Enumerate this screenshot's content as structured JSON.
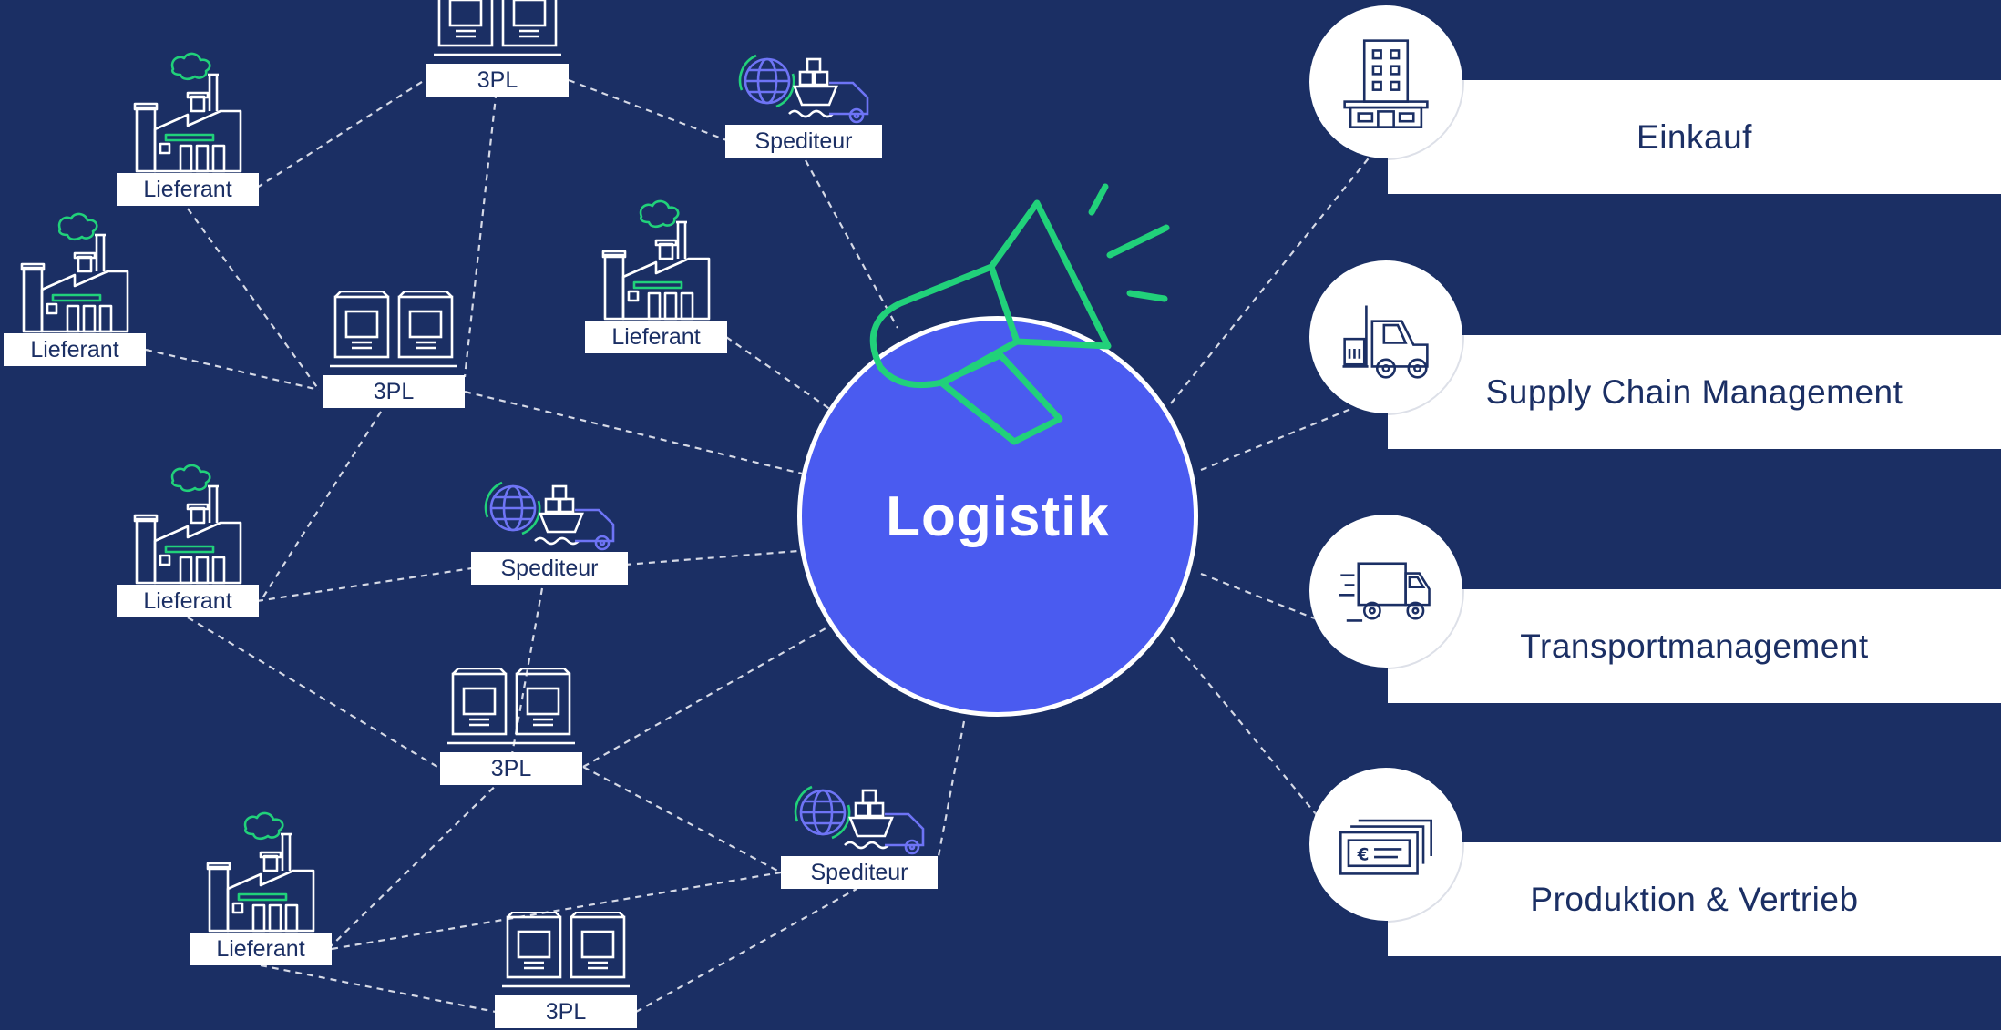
{
  "colors": {
    "background": "#1b2f64",
    "hub_fill": "#4a5bf0",
    "accent_green": "#21d17a",
    "line": "#d5d9e6",
    "icon_light": "#ffffff",
    "icon_purple": "#6e74f5"
  },
  "hub": {
    "title": "Logistik",
    "icon": "megaphone-icon"
  },
  "network": {
    "labels": {
      "supplier": "Lieferant",
      "third_party_logistics": "3PL",
      "forwarder": "Spediteur"
    },
    "icons": {
      "supplier": "factory-icon",
      "third_party_logistics": "warehouse-icon",
      "forwarder": "globe-ship-truck-icon"
    }
  },
  "departments": [
    {
      "label": "Einkauf",
      "icon": "office-building-icon"
    },
    {
      "label": "Supply Chain Management",
      "icon": "forklift-icon"
    },
    {
      "label": "Transportmanagement",
      "icon": "delivery-truck-icon"
    },
    {
      "label": "Produktion & Vertrieb",
      "icon": "euro-banknote-icon"
    }
  ]
}
